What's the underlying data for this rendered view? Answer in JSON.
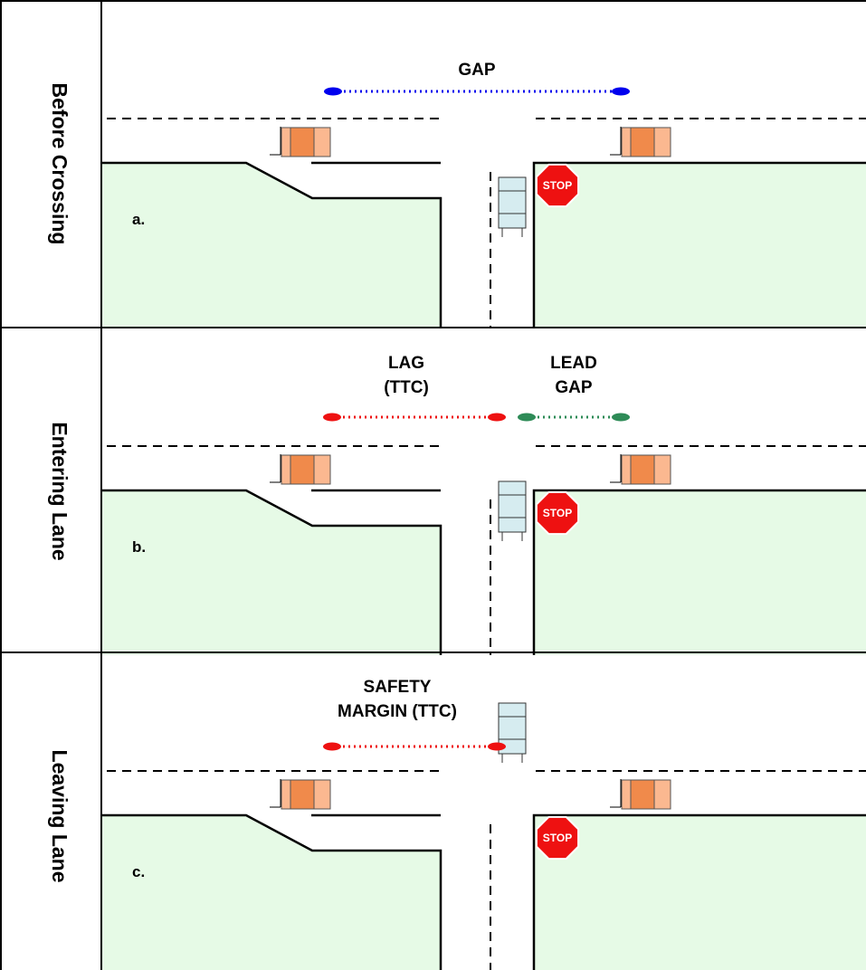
{
  "panels": [
    {
      "side_label": "Before Crossing",
      "letter": "a.",
      "stop_text": "STOP",
      "lines": [
        {
          "text": [
            "GAP"
          ],
          "color": "#0000ee"
        }
      ]
    },
    {
      "side_label": "Entering Lane",
      "letter": "b.",
      "stop_text": "STOP",
      "lines": [
        {
          "text": [
            "LAG",
            "(TTC)"
          ],
          "color": "#ee1111"
        },
        {
          "text": [
            "LEAD",
            "GAP"
          ],
          "color": "#2e8b57"
        }
      ]
    },
    {
      "side_label": "Leaving Lane",
      "letter": "c.",
      "stop_text": "STOP",
      "lines": [
        {
          "text": [
            "SAFETY",
            "MARGIN (TTC)"
          ],
          "color": "#ee1111"
        }
      ]
    }
  ],
  "colors": {
    "land": "#e6fae6",
    "truck_dark": "#f08a4b",
    "truck_light": "#fbb890",
    "car": "#d6ecf0",
    "stop": "#ee1111"
  }
}
